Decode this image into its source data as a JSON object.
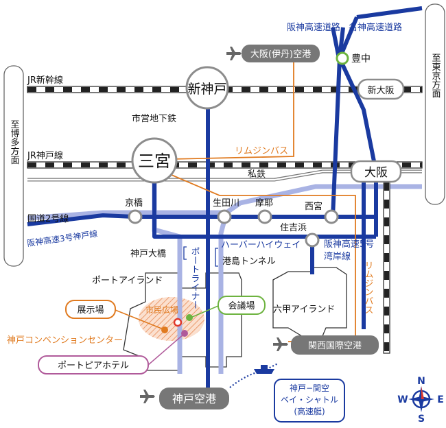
{
  "colors": {
    "highway": "#1a3aa0",
    "highway_light": "#a9b3e4",
    "bus": "#e07a1f",
    "convention": "#e07a1f",
    "hotel": "#b05a9a",
    "council": "#6db33f",
    "station_border": "#8c8c8c",
    "plaza": "#f3b38e"
  },
  "labels": {
    "jr_shinkansen": "JR新幹線",
    "jr_kobe_line": "JR神戸線",
    "to_hakata": "至博多方面",
    "to_tokyo": "至東京方面",
    "hanshin_expressway": "阪神高速道路",
    "meishin_expressway": "名神高速道路",
    "subway": "市営地下鉄",
    "limousine_bus": "リムジンバス",
    "private_railway": "私鉄",
    "route2": "国道2号線",
    "hanshin3": "阪神高速3号神戸線",
    "kobe_ohashi": "神戸大橋",
    "harbor_highway": "ハーバーハイウェイ",
    "minatojima_tunnel": "港島トンネル",
    "port_liner": "ポートライナー",
    "hanshin5": "阪神高速5号",
    "wangan": "湾岸線",
    "port_island": "ポートアイランド",
    "rokko_island": "六甲アイランド",
    "civic_plaza": "市民広場",
    "limousine_bus_vertical": "リムジンバス"
  },
  "stations": {
    "shin_kobe": "新神戸",
    "sannomiya": "三宮",
    "osaka": "大阪",
    "shin_osaka": "新大阪",
    "toyonaka": "豊中",
    "kyobashi": "京橋",
    "ikutagawa": "生田川",
    "maya": "摩耶",
    "nishinomiya": "西宮",
    "sumiyoshihama": "住吉浜"
  },
  "airports": {
    "itami": "大阪(伊丹)空港",
    "kansai": "関西国際空港",
    "kobe": "神戸空港"
  },
  "callouts": {
    "exhibition": "展示場",
    "convention_center": "神戸コンベンションセンター",
    "hotel": "ポートピアホテル",
    "conference": "会議場"
  },
  "bay_shuttle": [
    "神戸−関空",
    "ベイ・シャトル",
    "(高速艇)"
  ],
  "compass": {
    "n": "N",
    "s": "S",
    "e": "E",
    "w": "W"
  }
}
